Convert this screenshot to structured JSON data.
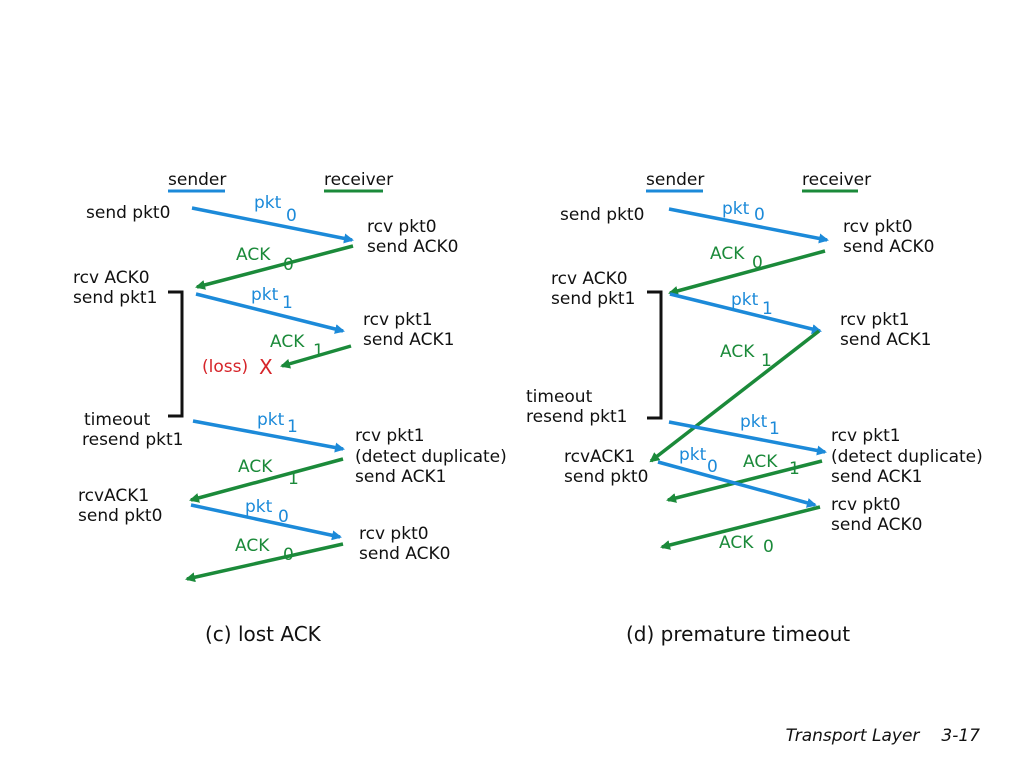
{
  "footer": {
    "title": "Transport Layer",
    "page": "3-17"
  },
  "colors": {
    "sender": "#1c8ad9",
    "receiver": "#1b8a3a",
    "loss": "#d6252a"
  },
  "panel_c": {
    "sender_label": "sender",
    "receiver_label": "receiver",
    "caption": "(c) lost ACK",
    "s_send_pkt0": "send pkt0",
    "s_rcv_ack0": "rcv ACK0",
    "s_send_pkt1": "send pkt1",
    "s_timeout": "timeout",
    "s_resend_pkt1": "resend pkt1",
    "s_rcvack1": "rcvACK1",
    "s_send_pkt0_b": "send pkt0",
    "r_rcv_pkt0": "rcv pkt0",
    "r_send_ack0": "send ACK0",
    "r_rcv_pkt1": "rcv pkt1",
    "r_send_ack1": "send ACK1",
    "r_rcv_pkt1_b": "rcv pkt1",
    "r_detect_dup": "(detect duplicate)",
    "r_send_ack1_b": "send ACK1",
    "r_rcv_pkt0_b": "rcv pkt0",
    "r_send_ack0_b": "send ACK0",
    "loss": "(loss)",
    "loss_x": "X",
    "pkt": "pkt",
    "ack": "ACK",
    "n0": "0",
    "n1": "1"
  },
  "panel_d": {
    "sender_label": "sender",
    "receiver_label": "receiver",
    "caption": "(d) premature timeout",
    "s_send_pkt0": "send pkt0",
    "s_rcv_ack0": "rcv ACK0",
    "s_send_pkt1": "send pkt1",
    "s_timeout": "timeout",
    "s_resend_pkt1": "resend pkt1",
    "s_rcvack1": "rcvACK1",
    "s_send_pkt0_b": "send pkt0",
    "r_rcv_pkt0": "rcv pkt0",
    "r_send_ack0": "send ACK0",
    "r_rcv_pkt1": "rcv pkt1",
    "r_send_ack1": "send ACK1",
    "r_rcv_pkt1_b": "rcv pkt1",
    "r_detect_dup": "(detect duplicate)",
    "r_send_ack1_b": "send ACK1",
    "r_rcv_pkt0_b": "rcv pkt0",
    "r_send_ack0_b": "send ACK0",
    "pkt": "pkt",
    "ack": "ACK",
    "n0": "0",
    "n1": "1"
  }
}
